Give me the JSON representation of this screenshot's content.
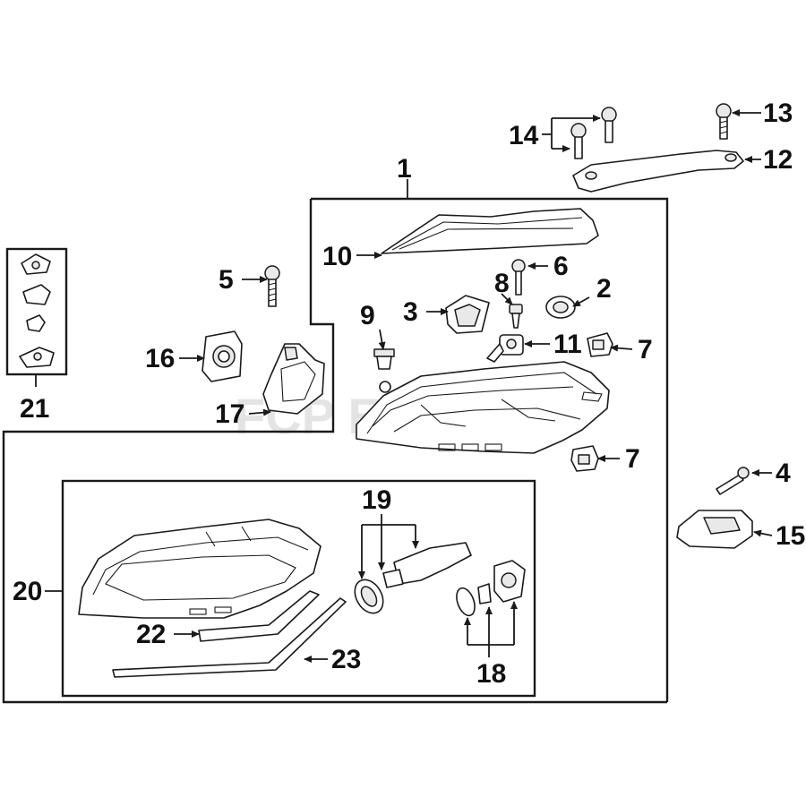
{
  "diagram": {
    "callouts": {
      "c1": "1",
      "c2": "2",
      "c3": "3",
      "c4": "4",
      "c5": "5",
      "c6": "6",
      "c7a": "7",
      "c7b": "7",
      "c8": "8",
      "c9": "9",
      "c10": "10",
      "c11": "11",
      "c12": "12",
      "c13": "13",
      "c14": "14",
      "c15": "15",
      "c16": "16",
      "c17": "17",
      "c18": "18",
      "c19": "19",
      "c20": "20",
      "c21": "21",
      "c22": "22",
      "c23": "23"
    },
    "watermark": "FCP EURO"
  }
}
